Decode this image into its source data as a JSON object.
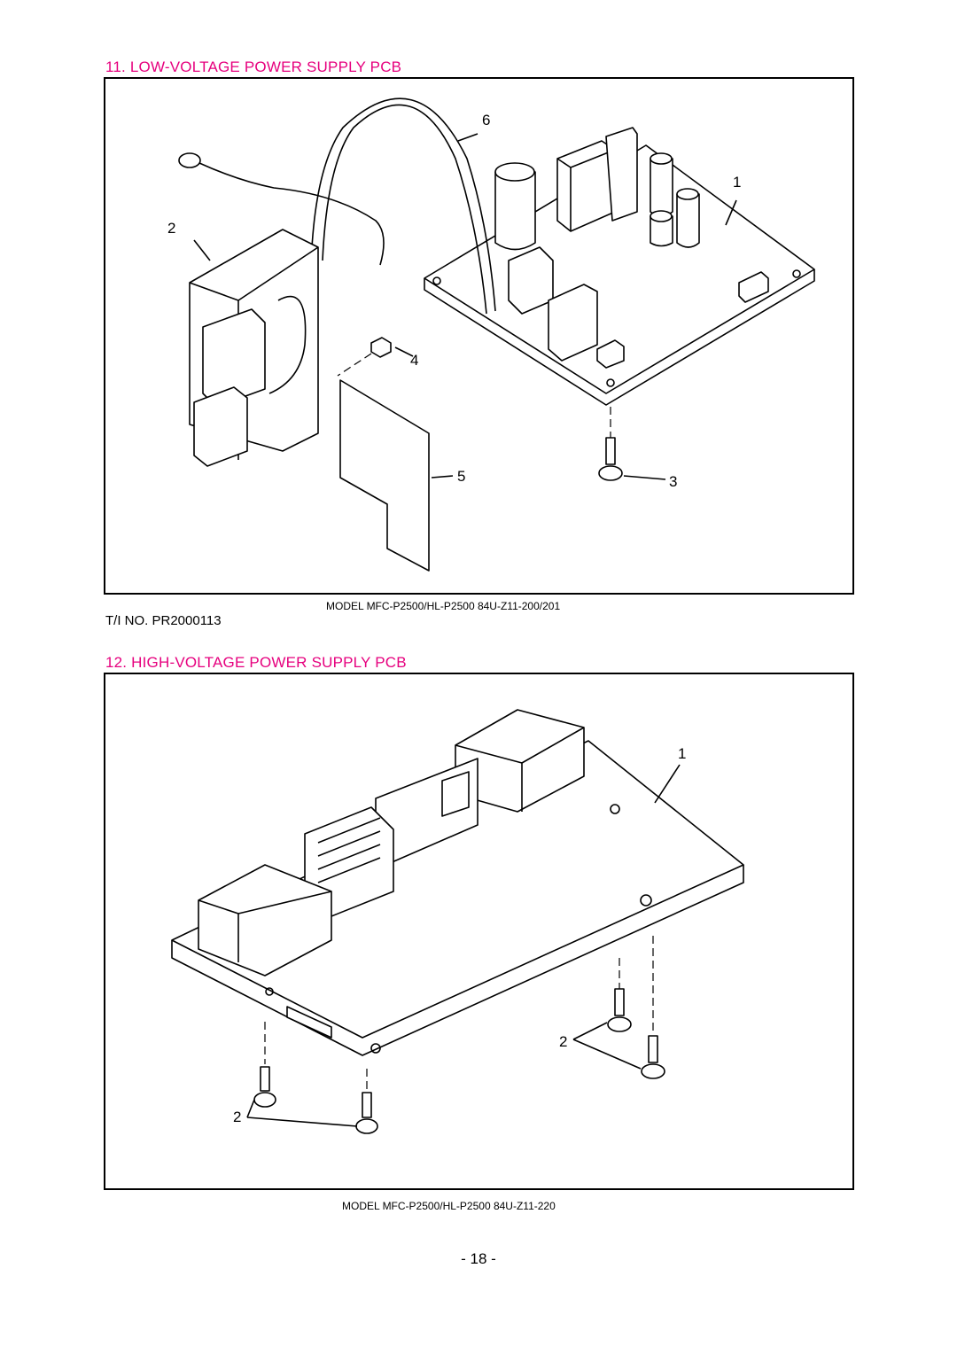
{
  "sections": [
    {
      "title": "11. LOW-VOLTAGE POWER SUPPLY PCB",
      "model": "MODEL   MFC-P2500/HL-P2500   84U-Z11-200/201",
      "callouts": [
        "6",
        "1",
        "2",
        "4",
        "5",
        "3"
      ]
    },
    {
      "title": "12. HIGH-VOLTAGE POWER SUPPLY PCB",
      "model": "MODEL   MFC-P2500/HL-P2500   84U-Z11-220",
      "callouts": [
        "1",
        "2",
        "2"
      ]
    }
  ],
  "ti_no": "T/I NO. PR2000113",
  "page_number": "- 18 -"
}
